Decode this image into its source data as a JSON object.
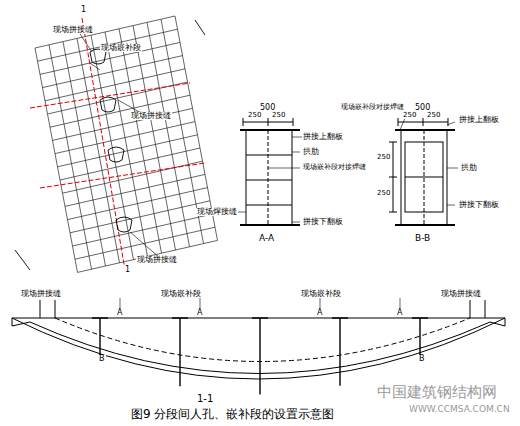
{
  "diagram": {
    "caption": "图9  分段间人孔、嵌补段的设置示意图",
    "labels": [
      "现场拼接缝",
      "现场嵌补段",
      "现场拼接缝",
      "现场拼接缝",
      "1",
      "1",
      "500",
      "250",
      "250",
      "拼接上翻板",
      "拱肋",
      "现场嵌补段对接焊缝",
      "现场焊接缝",
      "拼接下翻板",
      "A-A",
      "现场嵌补段对接焊缝",
      "500",
      "250",
      "250",
      "拼接上翻板",
      "250",
      "250",
      "拱肋",
      "拼接下翻板",
      "B-B",
      "现场拼接缝",
      "现场嵌补段",
      "现场嵌补段",
      "现场拼接缝",
      "A",
      "A",
      "A",
      "A",
      "B",
      "B",
      "1-1",
      "中国建筑钢结构网",
      "WWW.CCMSA.COM.CN"
    ]
  }
}
